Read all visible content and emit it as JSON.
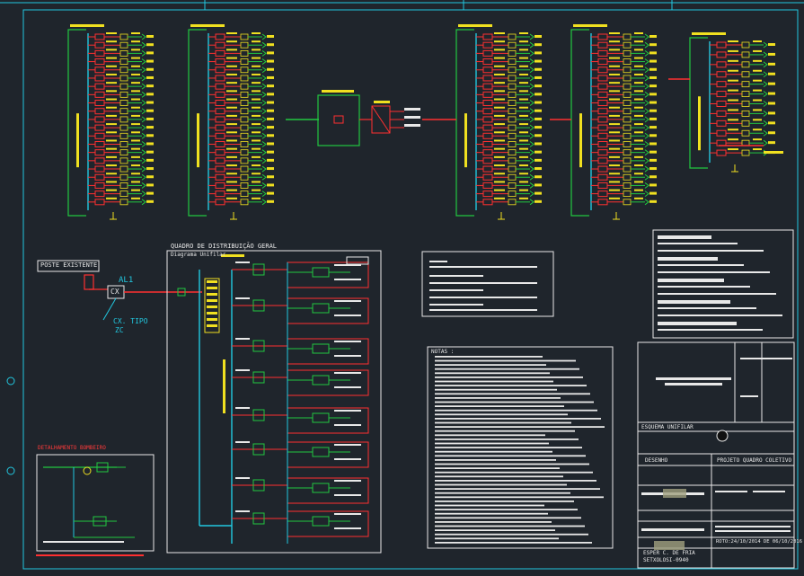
{
  "labels": {
    "poste": "POSTE EXISTENTE",
    "al1": "AL1",
    "cx": "CX",
    "cx_tipo": "CX. TIPO",
    "zc": "ZC",
    "quadro_title": "QUADRO DE DISTRIBUIÇÃO GERAL",
    "diagrama": "Diagrama Unifilar",
    "detalhamento": "DETALHAMENTO BOMBEIRO",
    "notas_title": "NOTAS :",
    "esquema": "ESQUEMA UNIFILAR",
    "desenho": "DESENHO",
    "projeto": "PROJETO QUADRO COLETIVO",
    "roto": "ROTO:24/10/2014 DE 06/10/2016",
    "esper": "ESPER C. DE FRIA",
    "esper_code": "SETXOLOSI-0940"
  },
  "colors": {
    "background": "#1f252c",
    "frame": "#22c8e0",
    "wire": "#22c840",
    "breaker": "#ff3030",
    "label": "#f0e020",
    "text": "#e8e8e8"
  }
}
